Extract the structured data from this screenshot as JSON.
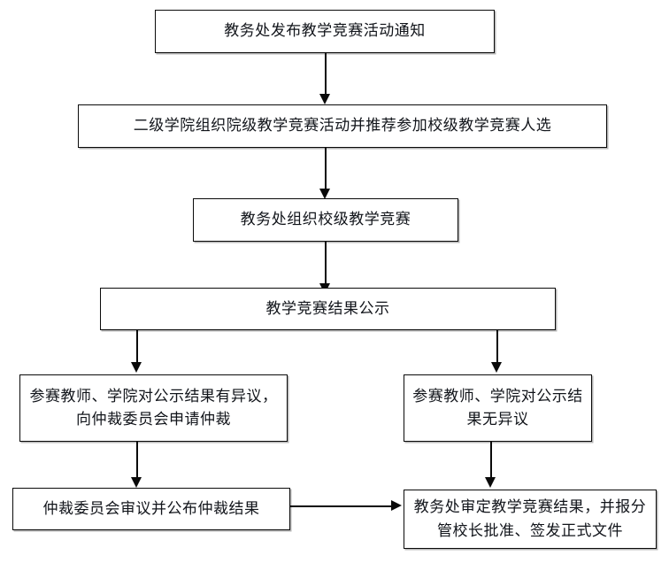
{
  "diagram": {
    "type": "flowchart",
    "orientation": "top-to-bottom",
    "nodes": [
      {
        "id": "n1",
        "label": "教务处发布教学竞赛活动通知"
      },
      {
        "id": "n2",
        "label": "二级学院组织院级教学竞赛活动并推荐参加校级教学竞赛人选"
      },
      {
        "id": "n3",
        "label": "教务处组织校级教学竞赛"
      },
      {
        "id": "n4",
        "label": "教学竞赛结果公示"
      },
      {
        "id": "n5",
        "label": "参赛教师、学院对公示结果有异议，向仲裁委员会申请仲裁"
      },
      {
        "id": "n6",
        "label": "参赛教师、学院对公示结果无异议"
      },
      {
        "id": "n7",
        "label": "仲裁委员会审议并公布仲裁结果"
      },
      {
        "id": "n8",
        "label": "教务处审定教学竞赛结果，并报分管校长批准、签发正式文件"
      }
    ],
    "edges": [
      {
        "id": "e1",
        "from": "n1",
        "to": "n2",
        "direction": "down"
      },
      {
        "id": "e2",
        "from": "n2",
        "to": "n3",
        "direction": "down"
      },
      {
        "id": "e3",
        "from": "n3",
        "to": "n4",
        "direction": "down"
      },
      {
        "id": "e4",
        "from": "n4",
        "to": "n5",
        "direction": "down"
      },
      {
        "id": "e5",
        "from": "n4",
        "to": "n6",
        "direction": "down"
      },
      {
        "id": "e6",
        "from": "n5",
        "to": "n7",
        "direction": "down"
      },
      {
        "id": "e7",
        "from": "n6",
        "to": "n8",
        "direction": "down"
      },
      {
        "id": "e8",
        "from": "n7",
        "to": "n8",
        "direction": "right"
      }
    ],
    "colors": {
      "stroke": "#0a0a0a",
      "fill": "#ffffff",
      "text": "#11141a"
    }
  }
}
